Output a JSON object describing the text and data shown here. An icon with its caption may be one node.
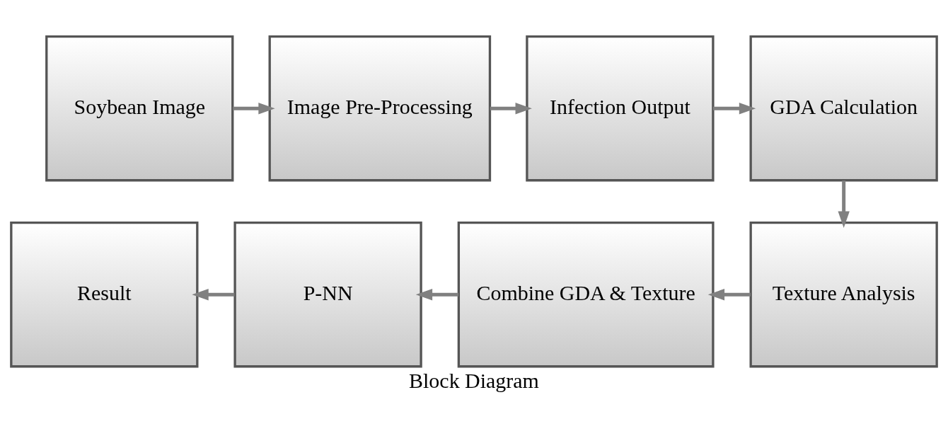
{
  "diagram": {
    "caption": "Block Diagram",
    "nodes": [
      {
        "text": [
          "Soybean Image"
        ]
      },
      {
        "text": [
          "Image Pre-Processing"
        ]
      },
      {
        "text": [
          "Infection Output"
        ]
      },
      {
        "text": [
          "GDA Calculation"
        ]
      },
      {
        "text": [
          "Result"
        ]
      },
      {
        "text": [
          "P-NN"
        ]
      },
      {
        "text": [
          "Combine GDA & Texture"
        ]
      },
      {
        "text": [
          "Texture Analysis"
        ]
      }
    ],
    "edges": [
      {
        "from": 0,
        "to": 1,
        "arrow": "to"
      },
      {
        "from": 1,
        "to": 2,
        "arrow": "to"
      },
      {
        "from": 2,
        "to": 3,
        "arrow": "to"
      },
      {
        "from": 3,
        "to": 7,
        "arrow": "to"
      },
      {
        "from": 7,
        "to": 6,
        "arrow": "to"
      },
      {
        "from": 6,
        "to": 5,
        "arrow": "to"
      },
      {
        "from": 5,
        "to": 4,
        "arrow": "to"
      }
    ]
  }
}
